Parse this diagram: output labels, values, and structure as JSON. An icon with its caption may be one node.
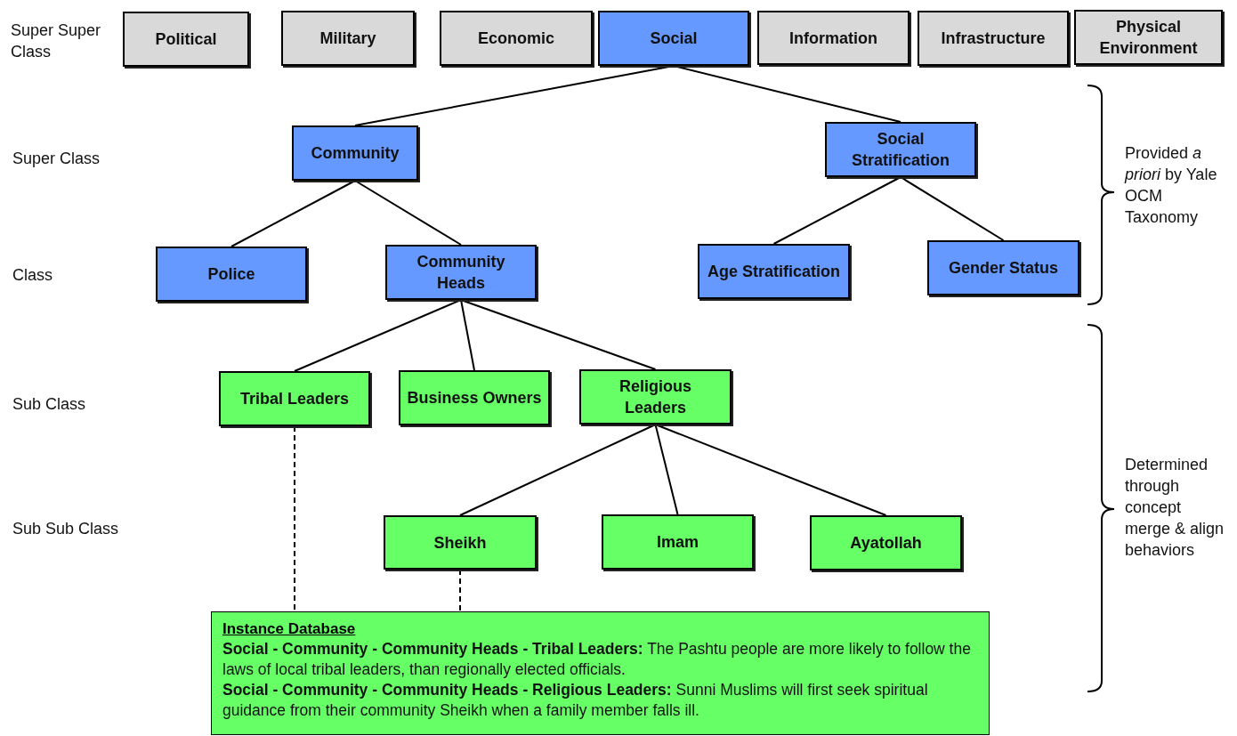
{
  "diagram": {
    "nodes": [
      {
        "text": [
          "Political"
        ]
      },
      {
        "text": [
          "Military"
        ]
      },
      {
        "text": [
          "Economic"
        ]
      },
      {
        "text": [
          "Social"
        ]
      },
      {
        "text": [
          "Information"
        ]
      },
      {
        "text": [
          "Infrastructure"
        ]
      },
      {
        "text": [
          "Physical Environment"
        ]
      },
      {
        "text": [
          "Community"
        ]
      },
      {
        "text": [
          "Social Stratification"
        ]
      },
      {
        "text": [
          "Police"
        ]
      },
      {
        "text": [
          "Community Heads"
        ]
      },
      {
        "text": [
          "Age Stratification"
        ]
      },
      {
        "text": [
          "Gender Status"
        ]
      },
      {
        "text": [
          "Tribal Leaders"
        ]
      },
      {
        "text": [
          "Business Owners"
        ]
      },
      {
        "text": [
          "Religious Leaders"
        ]
      },
      {
        "text": [
          "Sheikh"
        ]
      },
      {
        "text": [
          "Imam"
        ]
      },
      {
        "text": [
          "Ayatollah"
        ]
      },
      {
        "text": [
          "Instance Database",
          "**Social - Community - Community Heads - Tribal Leaders:** The Pashtu people are more likely to follow the laws of local tribal leaders, than regionally elected officials.",
          "**Social - Community - Community Heads - Religious Leaders:** Sunni Muslims will first seek spiritual guidance from their community Sheikh when a family member falls ill."
        ]
      }
    ],
    "edges": [
      {
        "from": 3,
        "to": 7,
        "arrow": "none"
      },
      {
        "from": 3,
        "to": 8,
        "arrow": "none"
      },
      {
        "from": 7,
        "to": 9,
        "arrow": "none"
      },
      {
        "from": 7,
        "to": 10,
        "arrow": "none"
      },
      {
        "from": 8,
        "to": 11,
        "arrow": "none"
      },
      {
        "from": 8,
        "to": 12,
        "arrow": "none"
      },
      {
        "from": 10,
        "to": 13,
        "arrow": "none"
      },
      {
        "from": 10,
        "to": 14,
        "arrow": "none"
      },
      {
        "from": 10,
        "to": 15,
        "arrow": "none"
      },
      {
        "from": 15,
        "to": 16,
        "arrow": "none"
      },
      {
        "from": 15,
        "to": 17,
        "arrow": "none"
      },
      {
        "from": 15,
        "to": 18,
        "arrow": "none"
      },
      {
        "from": 13,
        "to": 19,
        "arrow": "none",
        "style": "dashed"
      },
      {
        "from": 16,
        "to": 19,
        "arrow": "none",
        "style": "dashed"
      }
    ],
    "labels": [
      "Super Super Class",
      "Super Class",
      "Class",
      "Sub Class",
      "Sub Sub Class",
      "Provided *a priori* by Yale OCM Taxonomy",
      "Determined through concept merge & align behaviors"
    ]
  }
}
